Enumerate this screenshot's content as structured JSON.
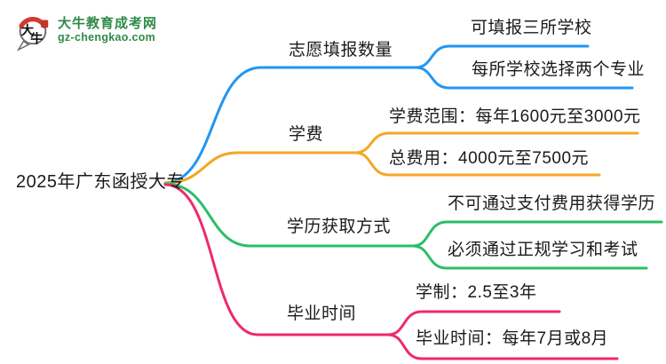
{
  "logo": {
    "icon_char_top": "大",
    "icon_char_bottom": "牛",
    "site_name": "大牛教育成考网",
    "site_url": "gz-chengkao.com",
    "green": "#2e8b47",
    "red": "#d53a2f",
    "seal_red": "#c2372b"
  },
  "root": {
    "label": "2025年广东函授大专"
  },
  "branches": [
    {
      "label": "志愿填报数量",
      "color": "#2196f3",
      "children": [
        "可填报三所学校",
        "每所学校选择两个专业"
      ]
    },
    {
      "label": "学费",
      "color": "#f5a623",
      "children": [
        "学费范围：每年1600元至3000元",
        "总费用：4000元至7500元"
      ]
    },
    {
      "label": "学历获取方式",
      "color": "#2abe67",
      "children": [
        "不可通过支付费用获得学历",
        "必须通过正规学习和考试"
      ]
    },
    {
      "label": "毕业时间",
      "color": "#ee2a6b",
      "children": [
        "学制：2.5至3年",
        "毕业时间：每年7月或8月"
      ]
    }
  ]
}
